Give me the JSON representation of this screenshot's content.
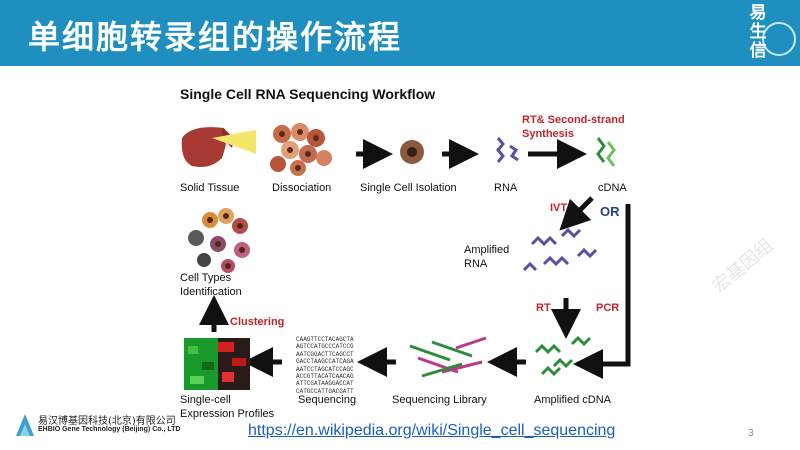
{
  "header": {
    "title": "单细胞转录组的操作流程",
    "brand_lines": [
      "易",
      "生",
      "信"
    ]
  },
  "diagram": {
    "title": "Single Cell RNA Sequencing Workflow",
    "steps": {
      "solid_tissue": "Solid Tissue",
      "dissociation": "Dissociation",
      "single_cell_isolation": "Single Cell Isolation",
      "rna": "RNA",
      "cdna": "cDNA",
      "amplified_rna_line1": "Amplified",
      "amplified_rna_line2": "RNA",
      "amplified_cdna": "Amplified cDNA",
      "sequencing_library": "Sequencing Library",
      "sequencing": "Sequencing",
      "expression_line1": "Single-cell",
      "expression_line2": "Expression Profiles",
      "cell_types_line1": "Cell Types",
      "cell_types_line2": "Identification"
    },
    "labels": {
      "rt_second_line1": "RT& Second-strand",
      "rt_second_line2": "Synthesis",
      "ivt": "IVT",
      "or": "OR",
      "rt": "RT",
      "pcr": "PCR",
      "clustering": "Clustering"
    },
    "sequence_reads": [
      "CAAGTTCCTACAGCTA",
      "AGTCCATGCCCATCCG",
      "AATCGGACTTCAGCCT",
      "GACCTAAGCCATCAGA",
      "AATCCTAGCATCCAGC",
      "ACCGTTACATCAACAG",
      "ATTCGATAAGGACCAT",
      "CATGCCATTGACGATT"
    ]
  },
  "footer": {
    "company_cn": "易汉博基因科技(北京)有限公司",
    "company_en": "EHBIO Gene Technology (Beijing) Co., LTD",
    "url": "https://en.wikipedia.org/wiki/Single_cell_sequencing",
    "page": "3"
  },
  "watermark": "宏基因组",
  "colors": {
    "header": "#1f8fc0",
    "accent_red": "#c0262c",
    "accent_navy": "#1f3f8f",
    "rna": "#5a4fa0",
    "dna": "#2e8b3a",
    "link": "#1a5fc0"
  }
}
